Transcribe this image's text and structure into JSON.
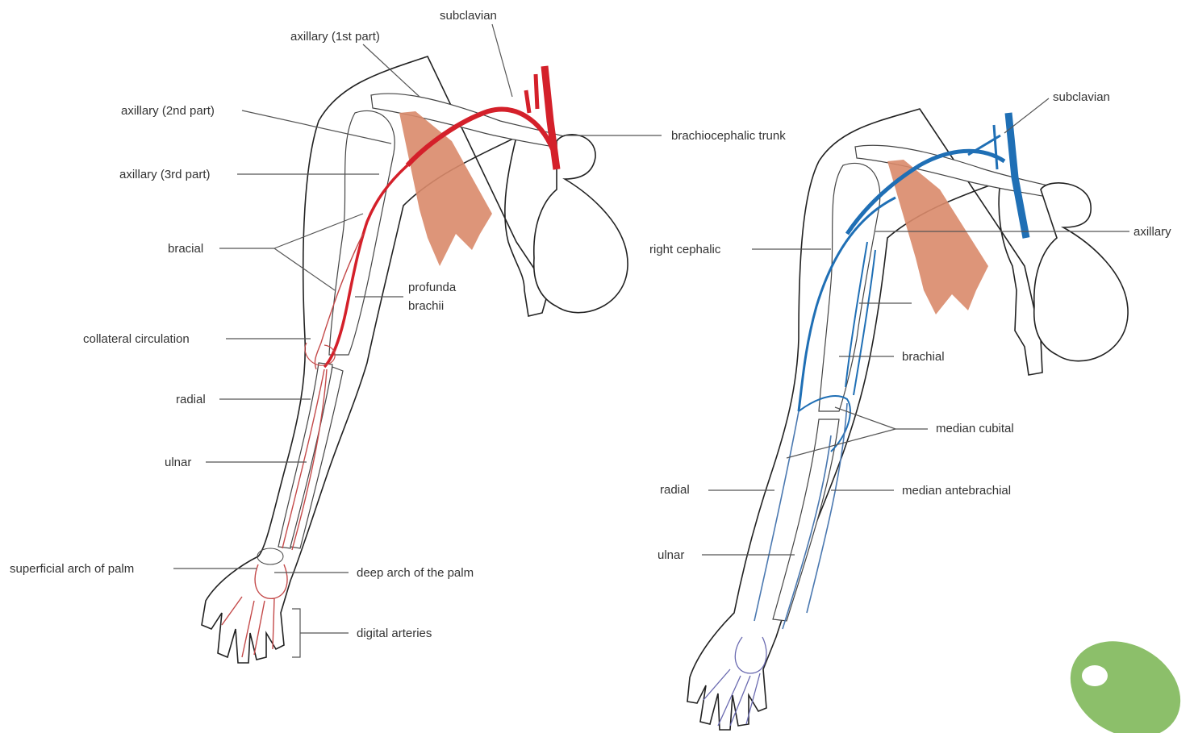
{
  "colors": {
    "artery": "#d4202a",
    "artery_small": "#c44a4a",
    "vein": "#1f6fb5",
    "vein_small": "#4a78b0",
    "muscle": "#d98a6a",
    "logo": "#8cbf6a"
  },
  "arteries": {
    "labels": {
      "subclavian": "subclavian",
      "axillary_1": "axillary (1st part)",
      "axillary_2": "axillary (2nd part)",
      "axillary_3": "axillary (3rd part)",
      "brachiocephalic": "brachiocephalic trunk",
      "brachial": "bracial",
      "profunda_1": "profunda",
      "profunda_2": "brachii",
      "collateral": "collateral circulation",
      "radial": "radial",
      "ulnar": "ulnar",
      "superficial_arch": "superficial arch of palm",
      "deep_arch": "deep arch of the palm",
      "digital": "digital arteries"
    }
  },
  "veins": {
    "labels": {
      "subclavian": "subclavian",
      "axillary": "axillary",
      "right_cephalic": "right cephalic",
      "brachial": "brachial",
      "median_cubital": "median cubital",
      "radial": "radial",
      "median_antebrachial": "median antebrachial",
      "ulnar": "ulnar"
    }
  },
  "logo_icon": "green-oval-logo"
}
